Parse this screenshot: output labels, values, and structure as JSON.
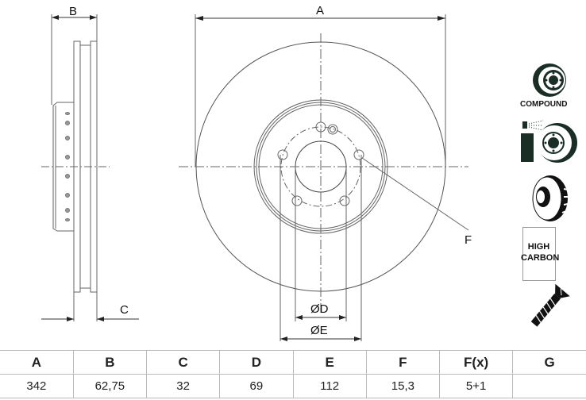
{
  "drawing": {
    "dimension_labels": {
      "A": "A",
      "B": "B",
      "C": "C",
      "D": "ØD",
      "E": "ØE",
      "F": "F"
    }
  },
  "badges": {
    "compound_label": "COMPOUND",
    "high_carbon_line1": "HIGH",
    "high_carbon_line2": "CARBON",
    "icons": [
      "compound-disc-icon",
      "coated-disc-spray-icon",
      "vented-disc-icon",
      "high-carbon-badge",
      "screw-icon"
    ]
  },
  "specs": {
    "headers": [
      "A",
      "B",
      "C",
      "D",
      "E",
      "F",
      "F(x)",
      "G"
    ],
    "values": [
      "342",
      "62,75",
      "32",
      "69",
      "112",
      "15,3",
      "5+1",
      ""
    ]
  }
}
